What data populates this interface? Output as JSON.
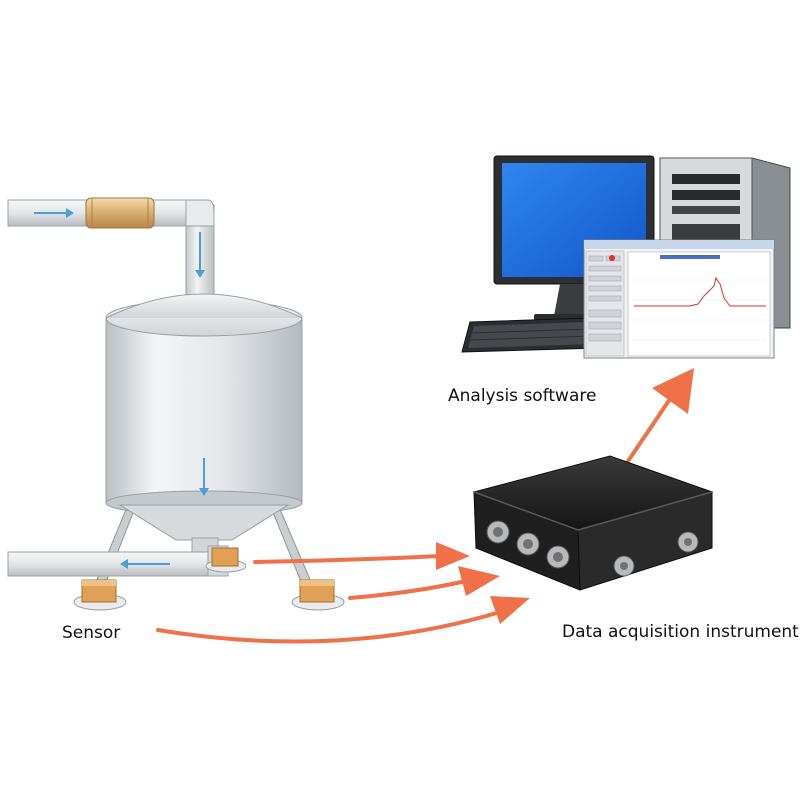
{
  "labels": {
    "analysis_software": "Analysis software",
    "sensor": "Sensor",
    "data_acquisition_instrument": "Data acquisition instrument"
  },
  "colors": {
    "arrow": "#f0704a",
    "flow_arrow": "#4a9fd8",
    "monitor_screen": "#1f6fe0",
    "tank": "#e6e9ec",
    "pipe": "#dfe3e6",
    "flange": "#d9b27a",
    "sensor_block": "#e0a056",
    "box": "#1c1c1c",
    "chart_line": "#e0302a"
  },
  "icons": [
    "tank-icon",
    "pipe-icon",
    "sensor-icon",
    "computer-icon",
    "monitor-icon",
    "keyboard-icon",
    "tower-icon",
    "data-acquisition-box-icon",
    "software-window-icon"
  ]
}
